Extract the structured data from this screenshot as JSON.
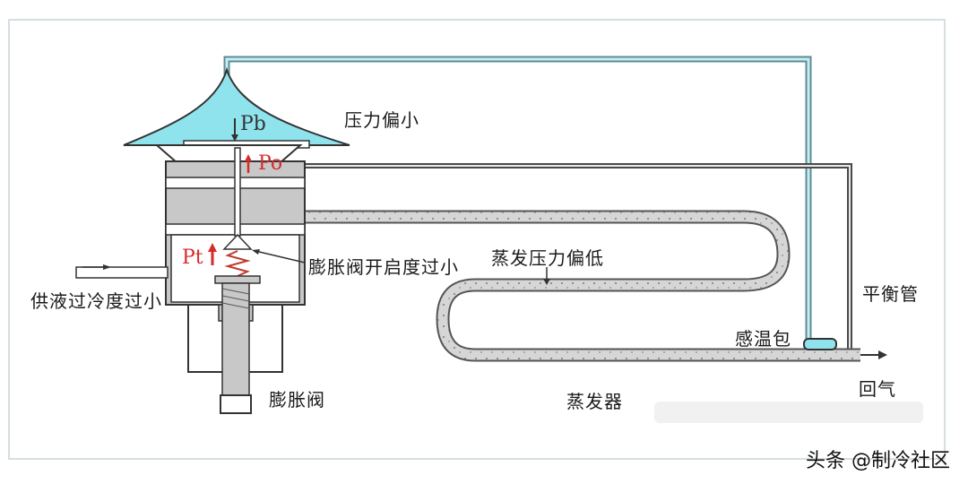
{
  "labels": {
    "pressure_low": "压力偏小",
    "valve_opening_low": "膨胀阀开启度过小",
    "evaporating_pressure_low": "蒸发压力偏低",
    "subcooling_low": "供液过冷度过小",
    "balance_tube": "平衡管",
    "sensing_bulb": "感温包",
    "expansion_valve": "膨胀阀",
    "evaporator": "蒸发器",
    "return_gas": "回气"
  },
  "symbols": {
    "pb": "Pb",
    "po": "Po",
    "pt": "Pt"
  },
  "watermark": "头条 @制冷社区",
  "colors": {
    "diaphragm": "#8fe3ec",
    "capillary": "#7ab8c4",
    "valve_body": "#c8c8c8",
    "force_arrow": "#d62b2b"
  }
}
